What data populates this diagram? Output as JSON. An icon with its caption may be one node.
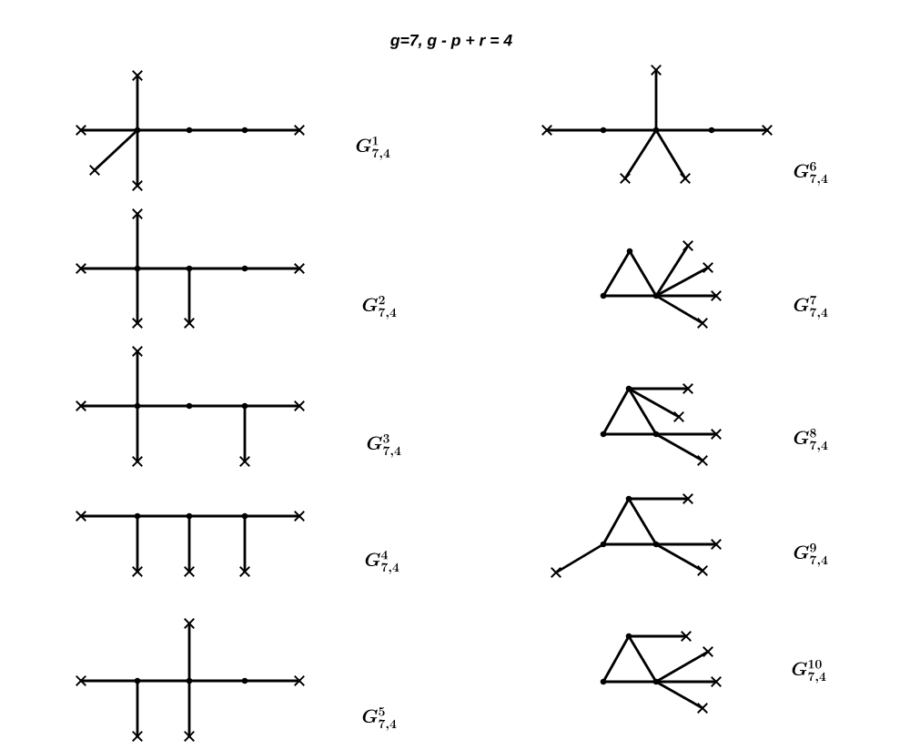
{
  "diagram": {
    "title": "g=7, g - p + r = 4",
    "nodes": [
      {
        "text": [],
        "shape": "circle"
      },
      {
        "text": [],
        "shape": "circle"
      },
      {
        "text": [],
        "shape": "circle"
      },
      {
        "text": [],
        "shape": "cross"
      },
      {
        "text": [],
        "shape": "cross"
      },
      {
        "text": [],
        "shape": "cross"
      },
      {
        "text": [],
        "shape": "cross"
      },
      {
        "text": [],
        "shape": "cross"
      },
      {
        "text": [],
        "shape": "circle"
      },
      {
        "text": [],
        "shape": "circle"
      },
      {
        "text": [],
        "shape": "circle"
      },
      {
        "text": [],
        "shape": "cross"
      },
      {
        "text": [],
        "shape": "cross"
      },
      {
        "text": [],
        "shape": "cross"
      },
      {
        "text": [],
        "shape": "cross"
      },
      {
        "text": [],
        "shape": "cross"
      },
      {
        "text": [],
        "shape": "circle"
      },
      {
        "text": [],
        "shape": "circle"
      },
      {
        "text": [],
        "shape": "circle"
      },
      {
        "text": [],
        "shape": "cross"
      },
      {
        "text": [],
        "shape": "cross"
      },
      {
        "text": [],
        "shape": "cross"
      },
      {
        "text": [],
        "shape": "cross"
      },
      {
        "text": [],
        "shape": "cross"
      },
      {
        "text": [],
        "shape": "circle"
      },
      {
        "text": [],
        "shape": "circle"
      },
      {
        "text": [],
        "shape": "circle"
      },
      {
        "text": [],
        "shape": "cross"
      },
      {
        "text": [],
        "shape": "cross"
      },
      {
        "text": [],
        "shape": "cross"
      },
      {
        "text": [],
        "shape": "cross"
      },
      {
        "text": [],
        "shape": "cross"
      },
      {
        "text": [],
        "shape": "circle"
      },
      {
        "text": [],
        "shape": "circle"
      },
      {
        "text": [],
        "shape": "circle"
      },
      {
        "text": [],
        "shape": "cross"
      },
      {
        "text": [],
        "shape": "cross"
      },
      {
        "text": [],
        "shape": "cross"
      },
      {
        "text": [],
        "shape": "cross"
      },
      {
        "text": [],
        "shape": "cross"
      },
      {
        "text": [],
        "shape": "circle"
      },
      {
        "text": [],
        "shape": "circle"
      },
      {
        "text": [],
        "shape": "circle"
      },
      {
        "text": [],
        "shape": "cross"
      },
      {
        "text": [],
        "shape": "cross"
      },
      {
        "text": [],
        "shape": "cross"
      },
      {
        "text": [],
        "shape": "cross"
      },
      {
        "text": [],
        "shape": "cross"
      },
      {
        "text": [],
        "shape": "circle"
      },
      {
        "text": [],
        "shape": "circle"
      },
      {
        "text": [],
        "shape": "circle"
      },
      {
        "text": [],
        "shape": "cross"
      },
      {
        "text": [],
        "shape": "cross"
      },
      {
        "text": [],
        "shape": "cross"
      },
      {
        "text": [],
        "shape": "cross"
      },
      {
        "text": [],
        "shape": "circle"
      },
      {
        "text": [],
        "shape": "circle"
      },
      {
        "text": [],
        "shape": "circle"
      },
      {
        "text": [],
        "shape": "cross"
      },
      {
        "text": [],
        "shape": "cross"
      },
      {
        "text": [],
        "shape": "cross"
      },
      {
        "text": [],
        "shape": "cross"
      },
      {
        "text": [],
        "shape": "circle"
      },
      {
        "text": [],
        "shape": "circle"
      },
      {
        "text": [],
        "shape": "circle"
      },
      {
        "text": [],
        "shape": "cross"
      },
      {
        "text": [],
        "shape": "cross"
      },
      {
        "text": [],
        "shape": "cross"
      },
      {
        "text": [],
        "shape": "cross"
      },
      {
        "text": [],
        "shape": "circle"
      },
      {
        "text": [],
        "shape": "circle"
      },
      {
        "text": [],
        "shape": "circle"
      },
      {
        "text": [],
        "shape": "cross"
      },
      {
        "text": [],
        "shape": "cross"
      },
      {
        "text": [],
        "shape": "cross"
      },
      {
        "text": [],
        "shape": "cross"
      }
    ],
    "edges": [
      {
        "from": 3,
        "to": 0,
        "arrow": "none"
      },
      {
        "from": 0,
        "to": 1,
        "arrow": "none"
      },
      {
        "from": 1,
        "to": 2,
        "arrow": "none"
      },
      {
        "from": 2,
        "to": 4,
        "arrow": "none"
      },
      {
        "from": 0,
        "to": 5,
        "arrow": "none"
      },
      {
        "from": 0,
        "to": 6,
        "arrow": "none"
      },
      {
        "from": 0,
        "to": 7,
        "arrow": "none"
      },
      {
        "from": 11,
        "to": 8,
        "arrow": "none"
      },
      {
        "from": 8,
        "to": 9,
        "arrow": "none"
      },
      {
        "from": 9,
        "to": 10,
        "arrow": "none"
      },
      {
        "from": 10,
        "to": 12,
        "arrow": "none"
      },
      {
        "from": 8,
        "to": 13,
        "arrow": "none"
      },
      {
        "from": 8,
        "to": 14,
        "arrow": "none"
      },
      {
        "from": 9,
        "to": 15,
        "arrow": "none"
      },
      {
        "from": 19,
        "to": 16,
        "arrow": "none"
      },
      {
        "from": 16,
        "to": 17,
        "arrow": "none"
      },
      {
        "from": 17,
        "to": 18,
        "arrow": "none"
      },
      {
        "from": 18,
        "to": 20,
        "arrow": "none"
      },
      {
        "from": 16,
        "to": 21,
        "arrow": "none"
      },
      {
        "from": 16,
        "to": 22,
        "arrow": "none"
      },
      {
        "from": 18,
        "to": 23,
        "arrow": "none"
      },
      {
        "from": 27,
        "to": 24,
        "arrow": "none"
      },
      {
        "from": 24,
        "to": 25,
        "arrow": "none"
      },
      {
        "from": 25,
        "to": 26,
        "arrow": "none"
      },
      {
        "from": 26,
        "to": 28,
        "arrow": "none"
      },
      {
        "from": 24,
        "to": 29,
        "arrow": "none"
      },
      {
        "from": 25,
        "to": 30,
        "arrow": "none"
      },
      {
        "from": 26,
        "to": 31,
        "arrow": "none"
      },
      {
        "from": 35,
        "to": 32,
        "arrow": "none"
      },
      {
        "from": 32,
        "to": 33,
        "arrow": "none"
      },
      {
        "from": 33,
        "to": 34,
        "arrow": "none"
      },
      {
        "from": 34,
        "to": 36,
        "arrow": "none"
      },
      {
        "from": 32,
        "to": 37,
        "arrow": "none"
      },
      {
        "from": 33,
        "to": 38,
        "arrow": "none"
      },
      {
        "from": 33,
        "to": 39,
        "arrow": "none"
      },
      {
        "from": 43,
        "to": 40,
        "arrow": "none"
      },
      {
        "from": 40,
        "to": 41,
        "arrow": "none"
      },
      {
        "from": 41,
        "to": 42,
        "arrow": "none"
      },
      {
        "from": 42,
        "to": 44,
        "arrow": "none"
      },
      {
        "from": 41,
        "to": 45,
        "arrow": "none"
      },
      {
        "from": 41,
        "to": 46,
        "arrow": "none"
      },
      {
        "from": 41,
        "to": 47,
        "arrow": "none"
      },
      {
        "from": 48,
        "to": 49,
        "arrow": "none"
      },
      {
        "from": 49,
        "to": 50,
        "arrow": "none"
      },
      {
        "from": 48,
        "to": 50,
        "arrow": "none"
      },
      {
        "from": 50,
        "to": 51,
        "arrow": "none"
      },
      {
        "from": 50,
        "to": 52,
        "arrow": "none"
      },
      {
        "from": 50,
        "to": 53,
        "arrow": "none"
      },
      {
        "from": 50,
        "to": 54,
        "arrow": "none"
      },
      {
        "from": 55,
        "to": 56,
        "arrow": "none"
      },
      {
        "from": 56,
        "to": 57,
        "arrow": "none"
      },
      {
        "from": 55,
        "to": 57,
        "arrow": "none"
      },
      {
        "from": 55,
        "to": 58,
        "arrow": "none"
      },
      {
        "from": 55,
        "to": 59,
        "arrow": "none"
      },
      {
        "from": 57,
        "to": 60,
        "arrow": "none"
      },
      {
        "from": 57,
        "to": 61,
        "arrow": "none"
      },
      {
        "from": 62,
        "to": 63,
        "arrow": "none"
      },
      {
        "from": 63,
        "to": 64,
        "arrow": "none"
      },
      {
        "from": 62,
        "to": 64,
        "arrow": "none"
      },
      {
        "from": 63,
        "to": 65,
        "arrow": "none"
      },
      {
        "from": 62,
        "to": 66,
        "arrow": "none"
      },
      {
        "from": 64,
        "to": 67,
        "arrow": "none"
      },
      {
        "from": 64,
        "to": 68,
        "arrow": "none"
      },
      {
        "from": 69,
        "to": 70,
        "arrow": "none"
      },
      {
        "from": 70,
        "to": 71,
        "arrow": "none"
      },
      {
        "from": 69,
        "to": 71,
        "arrow": "none"
      },
      {
        "from": 69,
        "to": 72,
        "arrow": "none"
      },
      {
        "from": 71,
        "to": 73,
        "arrow": "none"
      },
      {
        "from": 71,
        "to": 74,
        "arrow": "none"
      },
      {
        "from": 71,
        "to": 75,
        "arrow": "none"
      }
    ],
    "labels": [
      "G^{1}_{7,4}",
      "G^{6}_{7,4}",
      "G^{2}_{7,4}",
      "G^{7}_{7,4}",
      "G^{3}_{7,4}",
      "G^{8}_{7,4}",
      "G^{4}_{7,4}",
      "G^{9}_{7,4}",
      "G^{5}_{7,4}",
      "G^{10}_{7,4}"
    ]
  }
}
